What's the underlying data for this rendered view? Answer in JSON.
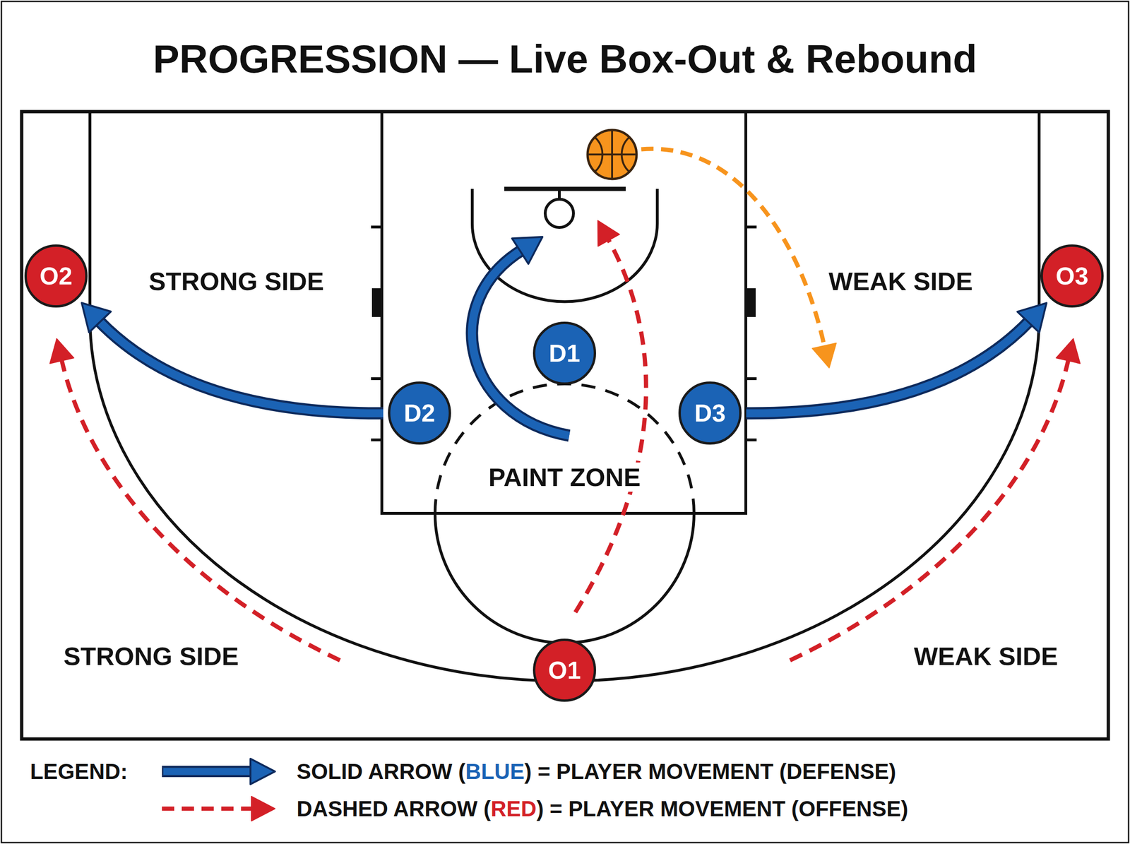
{
  "diagram": {
    "title": "PROGRESSION — Live Box-Out & Rebound",
    "nodes": [
      {
        "text": [
          "O2"
        ]
      },
      {
        "text": [
          "O3"
        ]
      },
      {
        "text": [
          "D1"
        ]
      },
      {
        "text": [
          "D2"
        ]
      },
      {
        "text": [
          "D3"
        ]
      },
      {
        "text": [
          "O1"
        ]
      }
    ],
    "edges": [
      {
        "from": 3,
        "to": 0,
        "arrow": "to"
      },
      {
        "from": 4,
        "to": 1,
        "arrow": "to"
      }
    ],
    "labels": [
      "STRONG SIDE",
      "WEAK SIDE",
      "PAINT ZONE",
      "STRONG SIDE",
      "WEAK SIDE",
      "LEGEND:"
    ],
    "legend": [
      {
        "text": "SOLID ARROW (BLUE) = PLAYER MOVEMENT (DEFENSE)",
        "color": "#1b63b5"
      },
      {
        "text": "DASHED ARROW (RED) = PLAYER MOVEMENT (OFFENSE)",
        "color": "#d32027"
      }
    ]
  }
}
